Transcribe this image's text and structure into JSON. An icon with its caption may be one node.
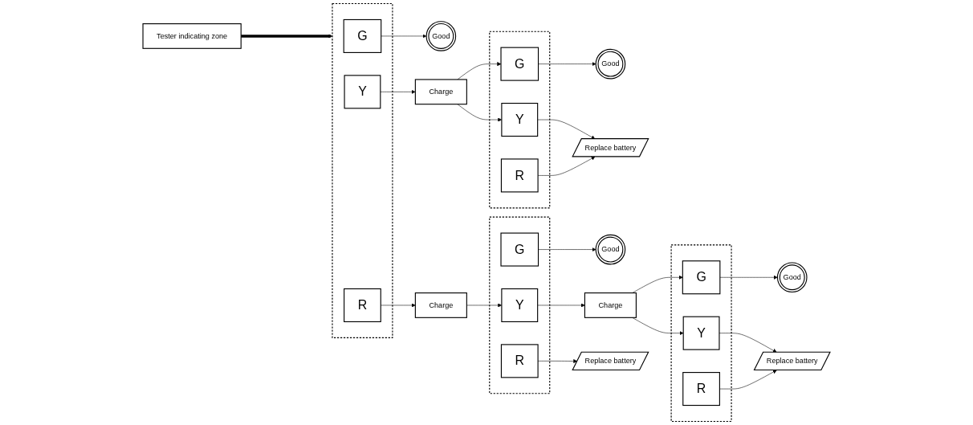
{
  "diagram": {
    "nodes": [
      {
        "text": [
          "Tester indicating zone"
        ]
      },
      {
        "text": [],
        "shape": "box"
      },
      {
        "text": [
          "G"
        ],
        "in": 1
      },
      {
        "text": [
          "Y"
        ],
        "in": 1
      },
      {
        "text": [
          "R"
        ],
        "in": 1
      },
      {
        "text": [
          "Good"
        ]
      },
      {
        "text": [
          "Charge"
        ]
      },
      {
        "text": [
          "Charge"
        ]
      },
      {
        "text": [],
        "shape": "box"
      },
      {
        "text": [
          "G"
        ],
        "in": 8
      },
      {
        "text": [
          "Y"
        ],
        "in": 8
      },
      {
        "text": [
          "R"
        ],
        "in": 8
      },
      {
        "text": [
          "Good"
        ]
      },
      {
        "text": [
          "Replace battery"
        ]
      },
      {
        "text": [],
        "shape": "box"
      },
      {
        "text": [
          "G"
        ],
        "in": 14
      },
      {
        "text": [
          "Y"
        ],
        "in": 14
      },
      {
        "text": [
          "R"
        ],
        "in": 14
      },
      {
        "text": [
          "Good"
        ]
      },
      {
        "text": [
          "Charge"
        ]
      },
      {
        "text": [
          "Replace battery"
        ]
      },
      {
        "text": [],
        "shape": "box"
      },
      {
        "text": [
          "G"
        ],
        "in": 21
      },
      {
        "text": [
          "Y"
        ],
        "in": 21
      },
      {
        "text": [
          "R"
        ],
        "in": 21
      },
      {
        "text": [
          "Good"
        ]
      },
      {
        "text": [
          "Replace battery"
        ]
      }
    ],
    "edges": [
      {
        "from": 0,
        "to": 1,
        "arrow": "to",
        "style": "thick"
      },
      {
        "from": 2,
        "to": 5,
        "arrow": "to"
      },
      {
        "from": 3,
        "to": 6,
        "arrow": "to"
      },
      {
        "from": 4,
        "to": 7,
        "arrow": "to"
      },
      {
        "from": 6,
        "to": 9,
        "arrow": "to"
      },
      {
        "from": 6,
        "to": 10,
        "arrow": "to"
      },
      {
        "from": 9,
        "to": 12,
        "arrow": "to"
      },
      {
        "from": 10,
        "to": 13,
        "arrow": "to"
      },
      {
        "from": 11,
        "to": 13,
        "arrow": "to"
      },
      {
        "from": 7,
        "to": 16,
        "arrow": "to"
      },
      {
        "from": 15,
        "to": 18,
        "arrow": "to"
      },
      {
        "from": 16,
        "to": 19,
        "arrow": "to"
      },
      {
        "from": 17,
        "to": 20,
        "arrow": "to"
      },
      {
        "from": 19,
        "to": 22,
        "arrow": "to"
      },
      {
        "from": 19,
        "to": 23,
        "arrow": "to"
      },
      {
        "from": 22,
        "to": 25,
        "arrow": "to"
      },
      {
        "from": 23,
        "to": 26,
        "arrow": "to"
      },
      {
        "from": 24,
        "to": 26,
        "arrow": "to"
      }
    ]
  }
}
